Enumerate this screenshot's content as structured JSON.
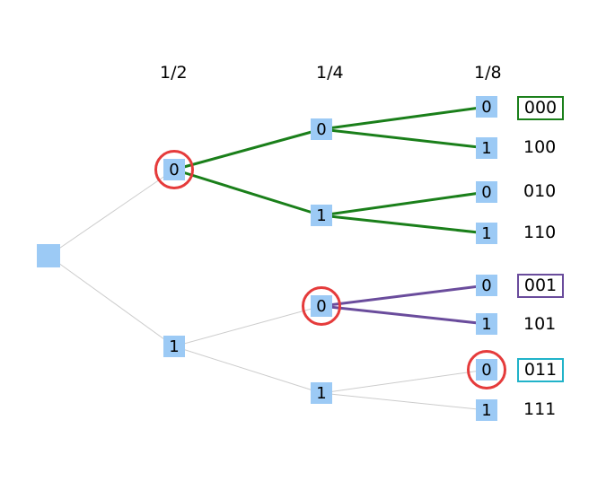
{
  "level_labels": {
    "l1": "1/2",
    "l2": "1/4",
    "l3": "1/8"
  },
  "nodes": {
    "l1_top": "0",
    "l1_bot": "1",
    "l2_a": "0",
    "l2_b": "1",
    "l2_c": "0",
    "l2_d": "1",
    "l3_a": "0",
    "l3_b": "1",
    "l3_c": "0",
    "l3_d": "1",
    "l3_e": "0",
    "l3_f": "1",
    "l3_g": "0",
    "l3_h": "1"
  },
  "codes": [
    "000",
    "100",
    "010",
    "110",
    "001",
    "101",
    "011",
    "111"
  ],
  "colors": {
    "node_fill": "#9ccaf5",
    "path_green": "#1a7f1a",
    "path_purple": "#6a4c9c",
    "thin_edge": "#cccccc",
    "ring": "#e53b3b",
    "box_green": "#1a7f1a",
    "box_purple": "#6a4c9c",
    "box_cyan": "#21b3c9"
  }
}
